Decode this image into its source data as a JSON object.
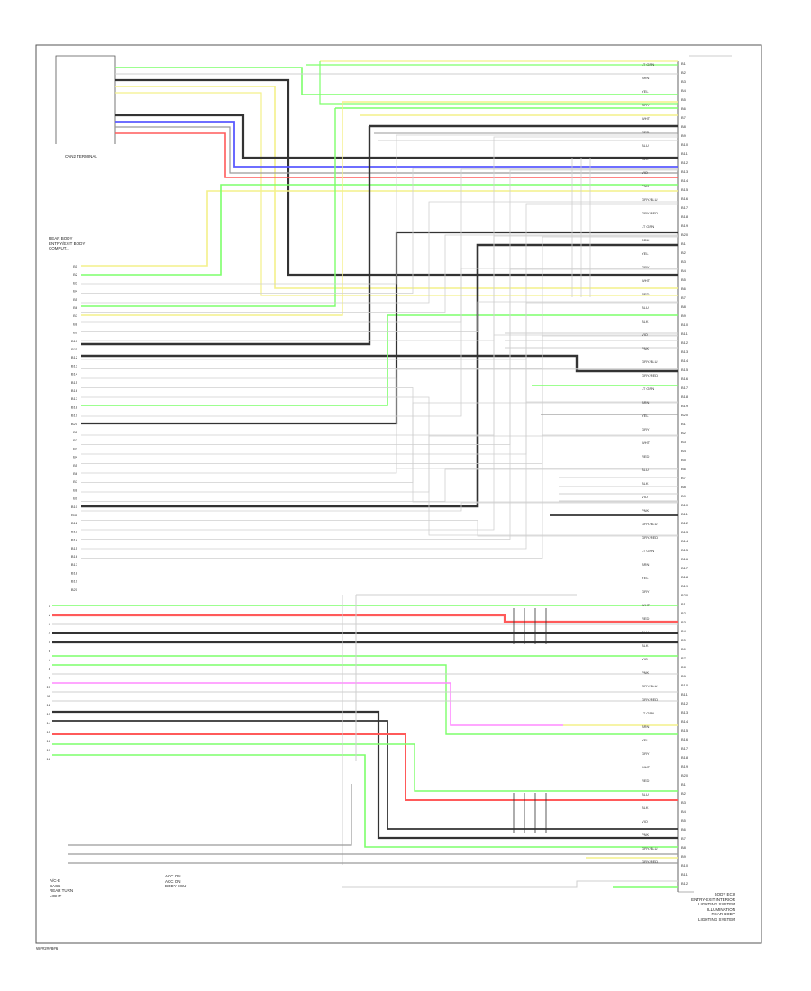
{
  "diagram": {
    "footer_code": "W##2##8#6",
    "components": {
      "top_left_box": {
        "name": "CAN2 TERMINAL"
      },
      "left_block": {
        "name": "REAR BODY\nENTRY/EXIT BODY\nCOMPUT...",
        "sub": ""
      },
      "bottom_left_1": {
        "name": "A/C-E\nBACK\nREAR TURN\nLIGHT"
      },
      "bottom_left_2": {
        "name": "ACC ON\nACC ON\nBODY ECU"
      },
      "bottom_right": {
        "name": "BODY ECU\nENTRY-EXIT INTERIOR\nLIGHTING SYSTEM\nILLUMINATION\nREAR BODY\nLIGHTING SYSTEM"
      }
    },
    "colors": {
      "green": "#7dff6b",
      "yellow": "#f4f08a",
      "red": "#ff5a5a",
      "blue": "#5a5aff",
      "pink": "#ff8aff",
      "black": "#333333",
      "gray": "#9a9a9a",
      "ltgray": "#cfcfcf",
      "frame": "#555555"
    },
    "wire_labels": [
      "LT GRN",
      "BRN",
      "YEL",
      "GRY",
      "WHT",
      "RED",
      "BLU",
      "BLK",
      "VIO",
      "PNK",
      "GRY/BLU",
      "GRY/RED"
    ],
    "pin_labels": [
      "B1",
      "B2",
      "B3",
      "B4",
      "B5",
      "B6",
      "B7",
      "B8",
      "B9",
      "B10",
      "B11",
      "B12",
      "B13",
      "B14",
      "B15",
      "B16",
      "B17",
      "B18",
      "B19",
      "B20"
    ]
  }
}
